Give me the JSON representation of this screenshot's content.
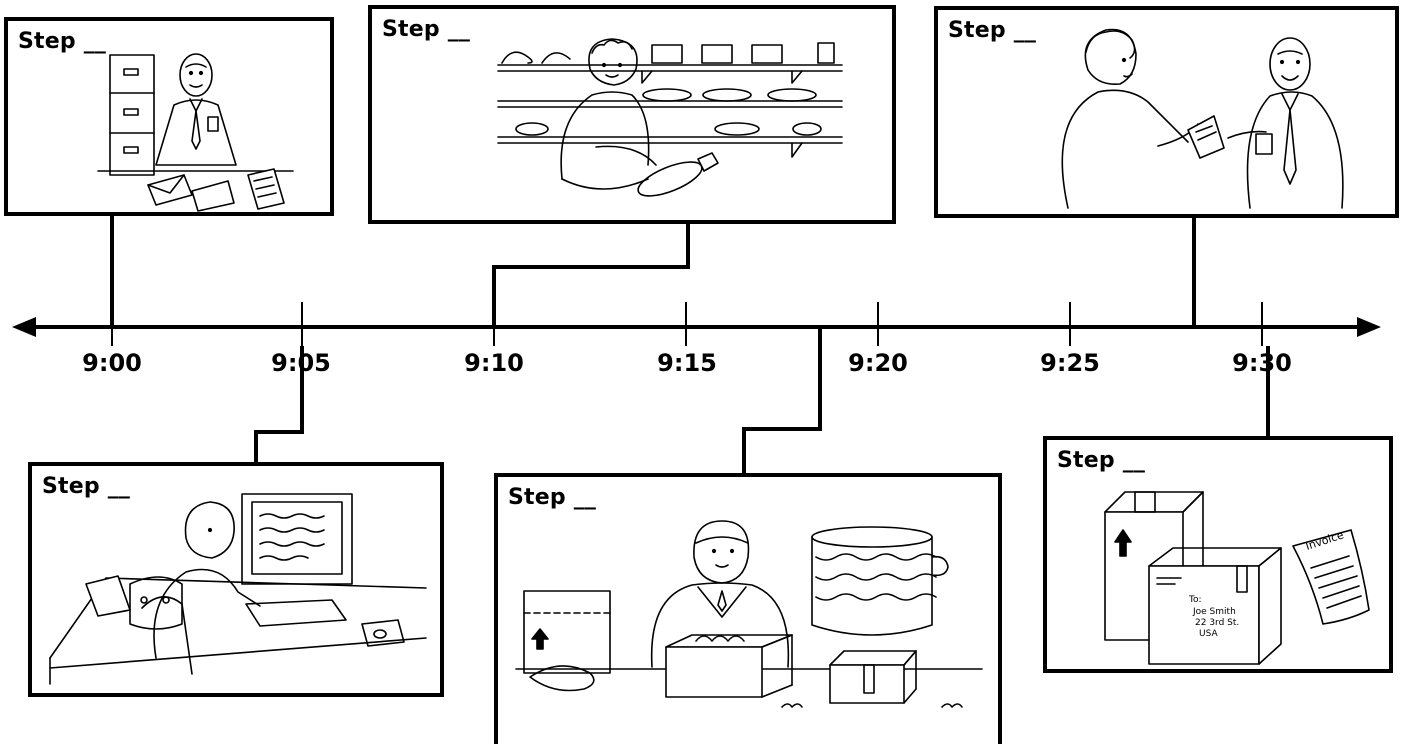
{
  "timeline": {
    "ticks": [
      "9:00",
      "9:05",
      "9:10",
      "9:15",
      "9:20",
      "9:25",
      "9:30"
    ]
  },
  "panels": [
    {
      "step_label": "Step __",
      "art": "clerk-opening-mail-icon"
    },
    {
      "step_label": "Step __",
      "art": "worker-picking-item-from-shelf-icon"
    },
    {
      "step_label": "Step __",
      "art": "men-handing-over-paper-icon"
    },
    {
      "step_label": "Step __",
      "art": "person-typing-at-computer-icon"
    },
    {
      "step_label": "Step __",
      "art": "worker-packing-box-icon"
    },
    {
      "step_label": "Step __",
      "art": "addressed-boxes-with-invoice-icon"
    }
  ],
  "labels": {
    "box_address": [
      "To:",
      "Joe Smith",
      "22 3rd St.",
      "USA"
    ],
    "invoice": "Invoice"
  }
}
